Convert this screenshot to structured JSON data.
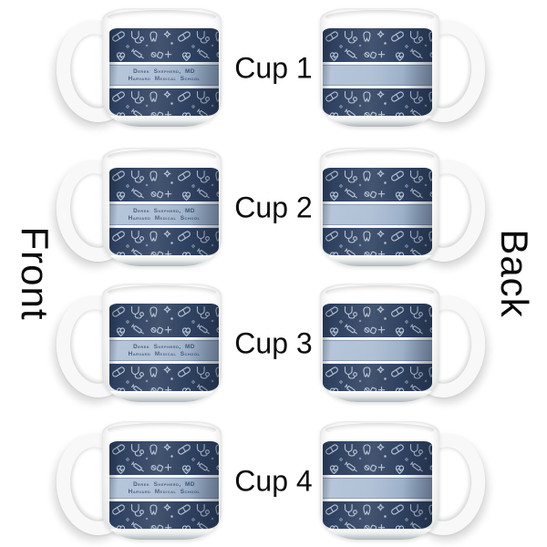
{
  "page": {
    "background_color": "#ffffff"
  },
  "side_labels": {
    "left": "Front",
    "right": "Back"
  },
  "cups": [
    {
      "label": "Cup 1"
    },
    {
      "label": "Cup 2"
    },
    {
      "label": "Cup 3"
    },
    {
      "label": "Cup 4"
    }
  ],
  "design": {
    "band_line1": "Derek Shepherd, MD",
    "band_line2": "Harvard Medical School",
    "colors": {
      "pattern_background": "#2e4160",
      "pattern_icons": "#ccd7e8",
      "band": "#a5b8cf",
      "band_text": "#3f5476",
      "ceramic": "#ffffff",
      "label_text": "#0d0d0d"
    },
    "pattern_icon_names": [
      "capsule-icon",
      "stethoscope-icon",
      "tooth-icon",
      "sparkle-icon",
      "heart-ekg-icon",
      "syringe-icon",
      "pill-icon",
      "medical-cross-icon"
    ]
  }
}
